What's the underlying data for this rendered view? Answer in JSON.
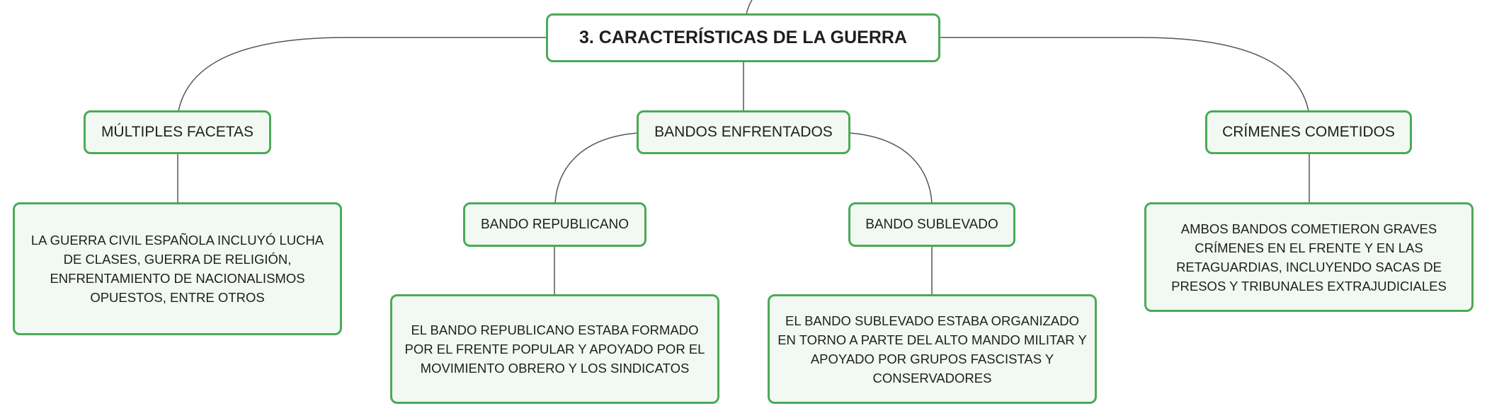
{
  "diagram": {
    "root": {
      "label": "3. CARACTERÍSTICAS DE LA GUERRA"
    },
    "branches": {
      "facetas": {
        "label": "MÚLTIPLES FACETAS",
        "detail": "LA GUERRA CIVIL ESPAÑOLA INCLUYÓ LUCHA DE CLASES, GUERRA DE RELIGIÓN, ENFRENTAMIENTO DE NACIONALISMOS OPUESTOS, ENTRE OTROS"
      },
      "bandos": {
        "label": "BANDOS ENFRENTADOS",
        "republicano": {
          "label": "BANDO REPUBLICANO",
          "detail": "EL BANDO REPUBLICANO ESTABA FORMADO POR EL FRENTE POPULAR Y APOYADO POR EL MOVIMIENTO OBRERO Y LOS SINDICATOS"
        },
        "sublevado": {
          "label": "BANDO SUBLEVADO",
          "detail": "EL BANDO SUBLEVADO ESTABA ORGANIZADO EN TORNO A PARTE DEL ALTO MANDO MILITAR Y APOYADO POR GRUPOS FASCISTAS Y CONSERVADORES"
        }
      },
      "crimenes": {
        "label": "CRÍMENES COMETIDOS",
        "detail": "AMBOS BANDOS COMETIERON GRAVES CRÍMENES EN EL FRENTE Y EN LAS RETAGUARDIAS, INCLUYENDO SACAS DE PRESOS Y TRIBUNALES EXTRAJUDICIALES"
      }
    },
    "colors": {
      "node_border": "#4aaa57",
      "node_fill": "#f1f9f2",
      "connector": "#555555",
      "text": "#1e1e1e"
    }
  }
}
